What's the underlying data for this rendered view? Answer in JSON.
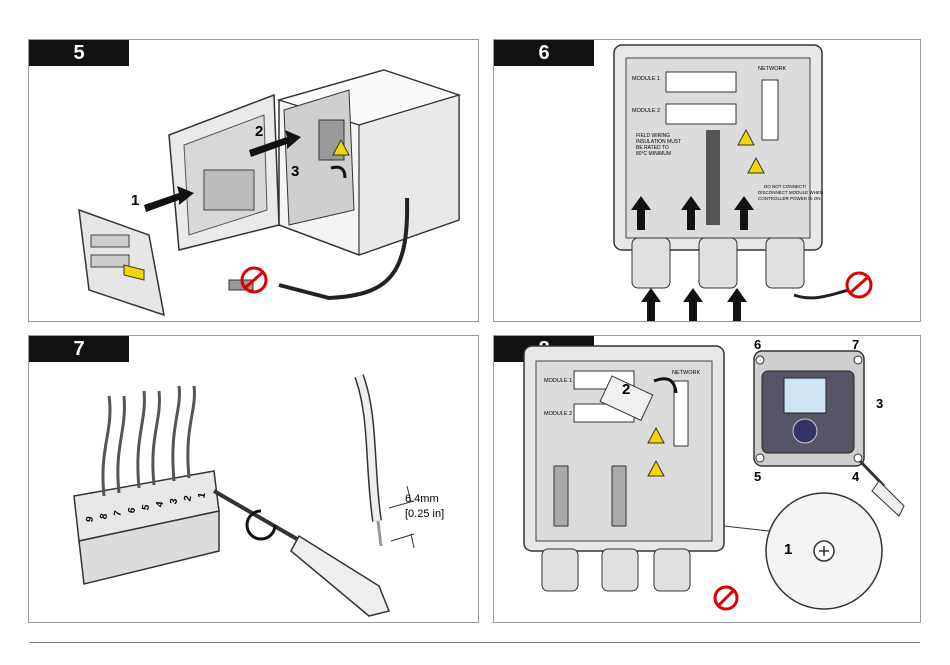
{
  "panels": [
    {
      "step": "5",
      "callouts": [
        "1",
        "2",
        "3"
      ]
    },
    {
      "step": "6",
      "labels": {
        "module1": "MODULE 1",
        "module2": "MODULE 2",
        "network": "NETWORK",
        "field_wiring": [
          "FIELD WIRING",
          "INSULATION MUST",
          "BE RATED TO",
          "80°C MINIMUM"
        ],
        "disconnect": [
          "DO NOT CONNECT/",
          "DISCONNECT MODULE WHEN",
          "CONTROLLER POWER IS ON"
        ]
      }
    },
    {
      "step": "7",
      "terminals": [
        "1",
        "2",
        "3",
        "4",
        "5",
        "6",
        "7",
        "8",
        "9"
      ],
      "strip_length": "6.4mm",
      "strip_length_in": "[0.25 in]"
    },
    {
      "step": "8",
      "callouts": [
        "1",
        "2",
        "3",
        "4",
        "5",
        "6",
        "7"
      ],
      "labels": {
        "module1": "MODULE 1",
        "module2": "MODULE 2",
        "network": "NETWORK"
      }
    }
  ],
  "icons": [
    "no-plug-icon",
    "warning-icon",
    "screwdriver-icon",
    "rotate-arrow-icon"
  ]
}
